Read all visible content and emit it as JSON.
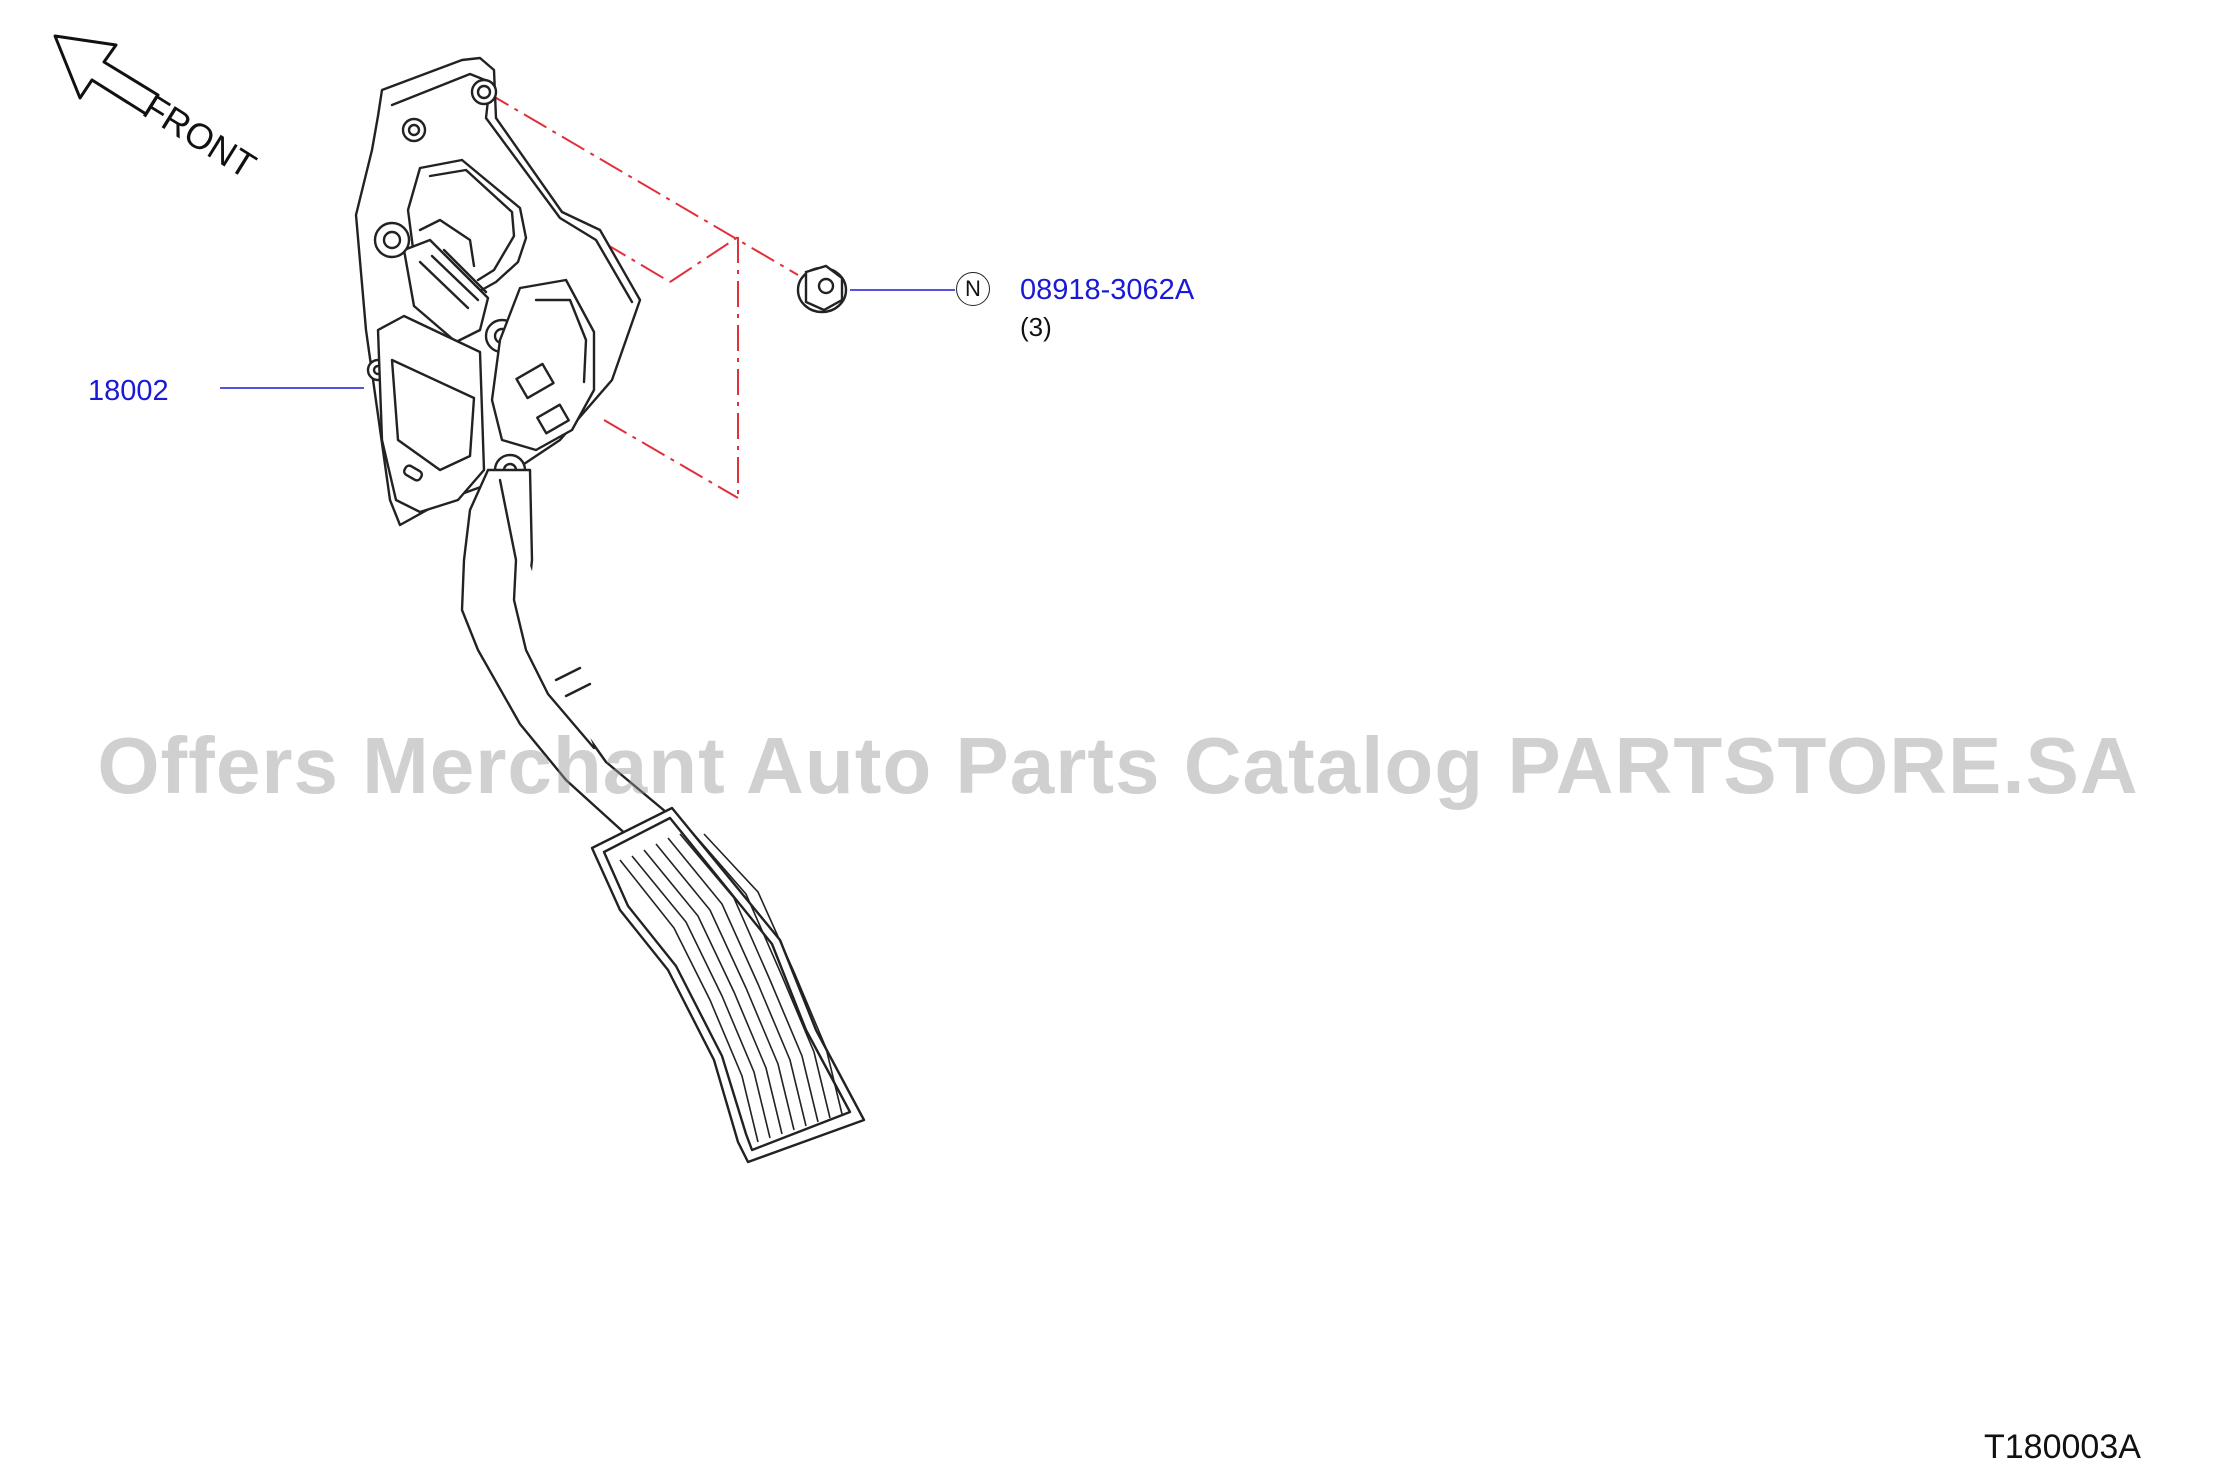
{
  "orientation": {
    "label": "FRONT",
    "icon": "front-arrow-icon"
  },
  "parts": [
    {
      "part_number": "18002",
      "quantity": "",
      "icon": "accelerator-pedal-assembly-icon"
    },
    {
      "part_number": "08918-3062A",
      "quantity": "(3)",
      "badge": "N",
      "icon": "flange-nut-icon"
    }
  ],
  "diagram_id": "T180003A",
  "watermark": "Offers Merchant Auto Parts Catalog PARTSTORE.SA",
  "colors": {
    "callout": "#1a1ad6",
    "line": "#222222",
    "phantom": "#e0303a",
    "watermark": "#969696"
  }
}
